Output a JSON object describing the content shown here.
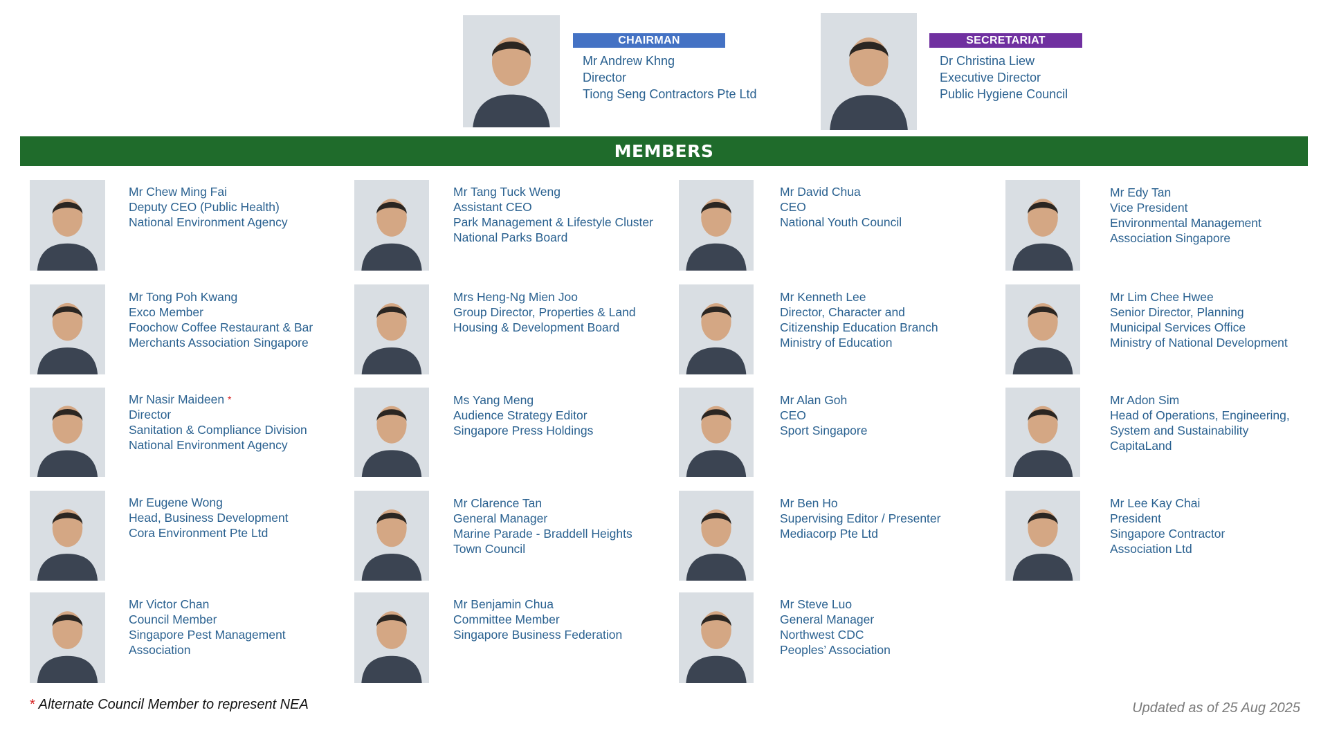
{
  "chairman": {
    "tag": "CHAIRMAN",
    "name": "Mr Andrew Khng",
    "title": "Director",
    "org": "Tiong Seng Contractors Pte Ltd"
  },
  "secretariat": {
    "tag": "SECRETARIAT",
    "name": "Dr Christina Liew",
    "title": "Executive Director",
    "org": "Public Hygiene Council"
  },
  "members_heading": "MEMBERS",
  "members": [
    {
      "lines": [
        "Mr Chew Ming Fai",
        "Deputy CEO (Public Health)",
        "National Environment Agency"
      ]
    },
    {
      "lines": [
        "Mr Tang Tuck Weng",
        "Assistant CEO",
        "Park Management & Lifestyle Cluster",
        "National Parks Board"
      ]
    },
    {
      "lines": [
        "Mr David Chua",
        "CEO",
        "National Youth Council"
      ]
    },
    {
      "lines": [
        "Mr Edy Tan",
        "Vice President",
        "Environmental Management",
        "Association Singapore"
      ]
    },
    {
      "lines": [
        "Mr Tong Poh Kwang",
        "Exco Member",
        "Foochow Coffee Restaurant & Bar",
        "Merchants Association Singapore"
      ]
    },
    {
      "lines": [
        "Mrs Heng-Ng Mien Joo",
        "Group Director, Properties & Land",
        "Housing & Development Board"
      ]
    },
    {
      "lines": [
        "Mr Kenneth Lee",
        "Director, Character and",
        "Citizenship Education Branch",
        "Ministry of Education"
      ]
    },
    {
      "lines": [
        "Mr Lim Chee Hwee",
        "Senior Director, Planning",
        "Municipal Services Office",
        "Ministry of National Development"
      ]
    },
    {
      "lines": [
        "Mr Nasir Maideen",
        "Director",
        "Sanitation & Compliance Division",
        "National Environment Agency"
      ],
      "alternate": "*"
    },
    {
      "lines": [
        "Ms Yang Meng",
        "Audience Strategy Editor",
        "Singapore Press Holdings"
      ]
    },
    {
      "lines": [
        "Mr Alan Goh",
        "CEO",
        "Sport Singapore"
      ]
    },
    {
      "lines": [
        "Mr Adon Sim",
        "Head of Operations, Engineering,",
        "System and Sustainability",
        "CapitaLand"
      ]
    },
    {
      "lines": [
        "Mr Eugene Wong",
        "Head, Business Development",
        "Cora Environment Pte Ltd"
      ]
    },
    {
      "lines": [
        "Mr Clarence Tan",
        "General Manager",
        "Marine Parade - Braddell Heights",
        "Town Council"
      ]
    },
    {
      "lines": [
        "Mr Ben Ho",
        "Supervising Editor / Presenter",
        "Mediacorp Pte Ltd"
      ]
    },
    {
      "lines": [
        "Mr Lee Kay Chai",
        "President",
        "Singapore Contractor",
        "Association Ltd"
      ]
    },
    {
      "lines": [
        "Mr Victor Chan",
        "Council Member",
        "Singapore Pest Management",
        "Association"
      ]
    },
    {
      "lines": [
        "Mr Benjamin Chua",
        "Committee Member",
        "Singapore Business Federation"
      ]
    },
    {
      "lines": [
        "Mr Steve Luo",
        "General Manager",
        "Northwest CDC",
        "Peoples’ Association"
      ]
    }
  ],
  "footnote": {
    "marker": "*",
    "text": "Alternate Council Member to represent NEA"
  },
  "updated": "Updated as of 25 Aug 2025",
  "colors": {
    "chairman_tag": "#4472c4",
    "secretariat_tag": "#7030a0",
    "members_bar": "#1f6b2b",
    "text": "#2a6190",
    "asterisk": "#d62020"
  }
}
